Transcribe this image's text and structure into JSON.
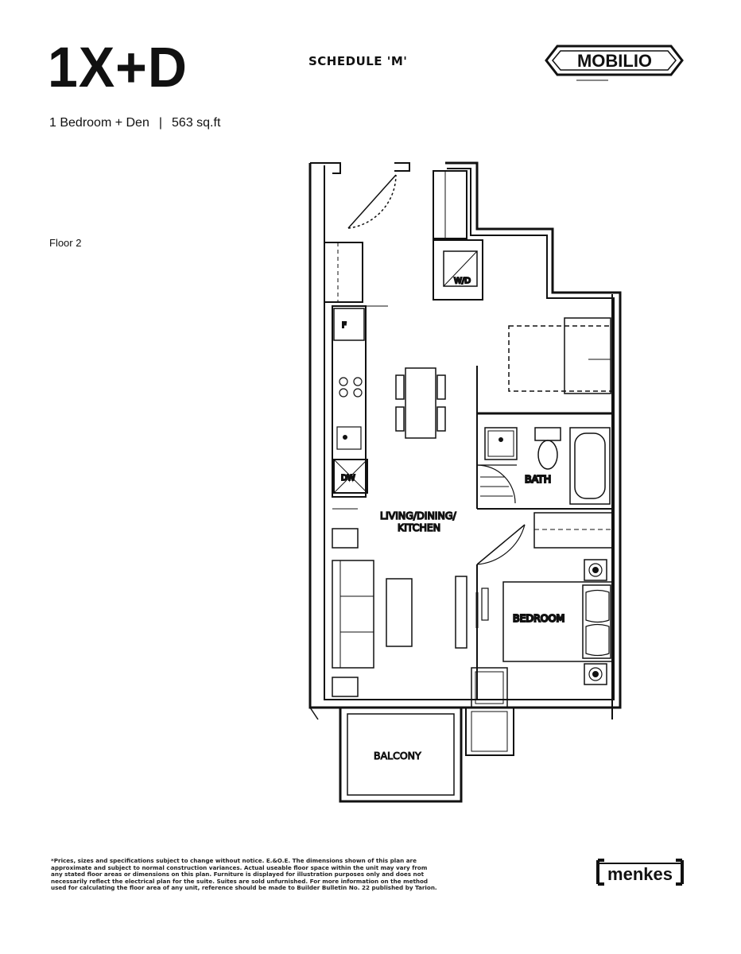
{
  "header": {
    "unit_name": "1X+D",
    "schedule": "SCHEDULE 'M'",
    "brand_logo_text": "MOBILIO"
  },
  "summary": {
    "unit_type": "1 Bedroom + Den",
    "separator": "|",
    "area": "563 sq.ft"
  },
  "floor_label": "Floor 2",
  "floorplan": {
    "rooms": {
      "living": "LIVING/DINING/",
      "living_line2": "KITCHEN",
      "bath": "BATH",
      "bedroom": "BEDROOM",
      "balcony": "BALCONY"
    },
    "appliances": {
      "washer_dryer": "W/D",
      "fridge": "F",
      "dishwasher": "DW"
    }
  },
  "disclaimer": "*Prices, sizes and specifications subject to change without notice. E.&O.E. The dimensions shown of this plan are approximate and subject to normal construction variances. Actual useable floor space within the unit may vary from any stated floor areas or dimensions on this plan. Furniture is displayed for illustration purposes only and does not necessarily reflect the electrical plan for the suite. Suites are sold unfurnished. For more information on the method used for calculating the floor area of any unit, reference should be made to Builder Bulletin No. 22 published by Tarion.",
  "builder_logo_text": "menkes"
}
